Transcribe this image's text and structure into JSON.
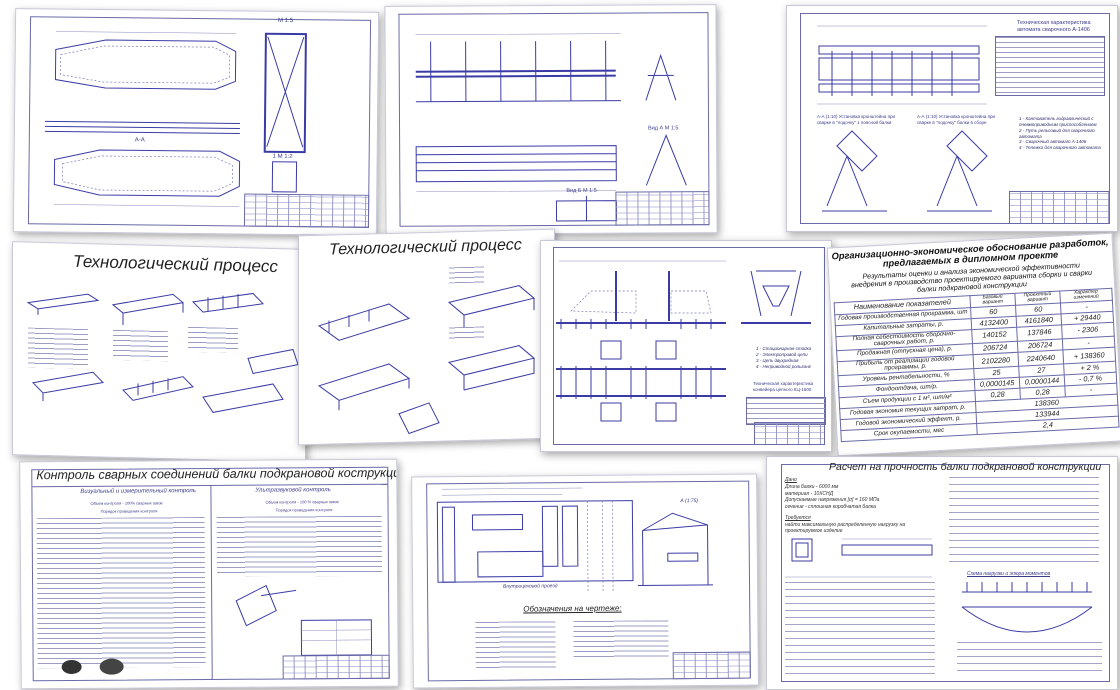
{
  "sheets": {
    "beam_drawing": {
      "scale_top": "М 1:5",
      "section": "А-А",
      "detail": "1 М 1:2"
    },
    "fixture_drawing": {
      "view_a": "Вид А М 1:5",
      "view_b": "Вид Б М 1:5"
    },
    "welding_automat": {
      "spec_title": "Техническая характеристика автомата сварочного А-1406",
      "section_left": "А-А (1:10) Установка кронштейна при сварке в \"лодочку\" 1 поясной балки",
      "section_right": "А-А (1:10) Установка кронштейна при сварке в \"лодочку\" балки в сборе",
      "legend": [
        "1 - Кантователь гидравлический с пневмоприводным приспособлением",
        "2 - Путь рельсовый для сварочного автомата",
        "3 - Сварочный автомат А-1406",
        "4 - Тележка для сварочного автомата"
      ]
    },
    "tech_process_1": {
      "title": "Технологический процесс"
    },
    "tech_process_2": {
      "title": "Технологический процесс"
    },
    "conveyor": {
      "legend": [
        "1 - Стационарная стойка",
        "2 - Электропривод цепи",
        "3 - Цепь двухрядная",
        "4 - Неприводной рольганг"
      ],
      "spec_title": "Техническая характеристика конвейера цепного КЦ-1600"
    },
    "economics": {
      "title_line1": "Организационно-экономическое обоснование разработок,",
      "title_line2": "предлагаемых в дипломном проекте",
      "subtitle_line1": "Результаты оценки и анализа экономической эффективности",
      "subtitle_line2": "внедрения в производство проектируемого варианта сборки и сварки",
      "subtitle_line3": "балки подкрановой конструкции",
      "headers": [
        "Наименование показателей",
        "Базовый вариант",
        "Проектный вариант",
        "Характер изменений"
      ],
      "rows": [
        [
          "Годовая производственная программа, шт",
          "60",
          "60",
          "-"
        ],
        [
          "Капитальные затраты, р.",
          "4132400",
          "4161840",
          "+ 29440"
        ],
        [
          "Полная себестоимость сборочно-сварочных работ, р.",
          "140152",
          "137846",
          "- 2306"
        ],
        [
          "Продажная (отпускная цена), р.",
          "206724",
          "206724",
          "-"
        ],
        [
          "Прибыль от реализации годовой программы, р.",
          "2102280",
          "2240640",
          "+ 138360"
        ],
        [
          "Уровень рентабельности, %",
          "25",
          "27",
          "+ 2 %"
        ],
        [
          "Фондоотдача, шт/р.",
          "0,0000145",
          "0,0000144",
          "- 0,7 %"
        ],
        [
          "Съем продукции с 1 м², шт/м²",
          "0,28",
          "0,28",
          "-"
        ]
      ],
      "merged_rows": [
        [
          "Годовая экономия текущих затрат, р.",
          "138360"
        ],
        [
          "Годовой экономический эффект, р.",
          "133944"
        ],
        [
          "Срок окупаемости, мес",
          "2,4"
        ]
      ]
    },
    "weld_control": {
      "title": "Контроль сварных соединений балки подкрановой кострукции",
      "col_left": "Визуальный и измерительный контроль",
      "col_right": "Ультразвуковой контроль",
      "scope_left": "Объем контроля - 100% сварных швов",
      "scope_right": "Объем контроля - 100 % сварных швов",
      "order": "Порядок проведения контроля"
    },
    "shop_layout": {
      "view": "А (1:75)",
      "passage": "Внутрицеховой проезд",
      "legend_title": "Обозначения на чертеже:"
    },
    "strength_calc": {
      "title": "Расчет на прочность балки подкрановой конструкции",
      "given": "Дано",
      "given_lines": [
        "Длина балки - 6000 мм",
        "материал - 10ХСНД",
        "Допускаемые напряжения [σ] = 160 МПа",
        "сечение - сплошная коробчатая балка"
      ],
      "required": "Требуется",
      "required_lines": [
        "найти максимальную распределенную нагрузку на",
        "проектируемое изделие"
      ],
      "scheme": "Схема нагрузки и эпюра моментов"
    }
  }
}
